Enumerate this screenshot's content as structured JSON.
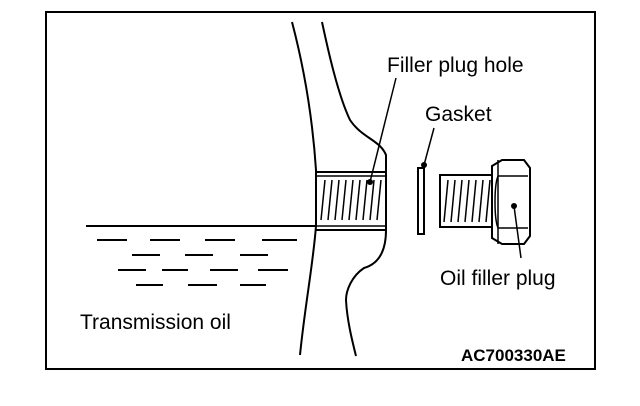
{
  "labels": {
    "filler_plug_hole": "Filler plug hole",
    "gasket": "Gasket",
    "oil_filler_plug": "Oil filler plug",
    "transmission_oil": "Transmission oil",
    "figure_code": "AC700330AE"
  },
  "colors": {
    "line": "#000000",
    "background": "#ffffff"
  }
}
